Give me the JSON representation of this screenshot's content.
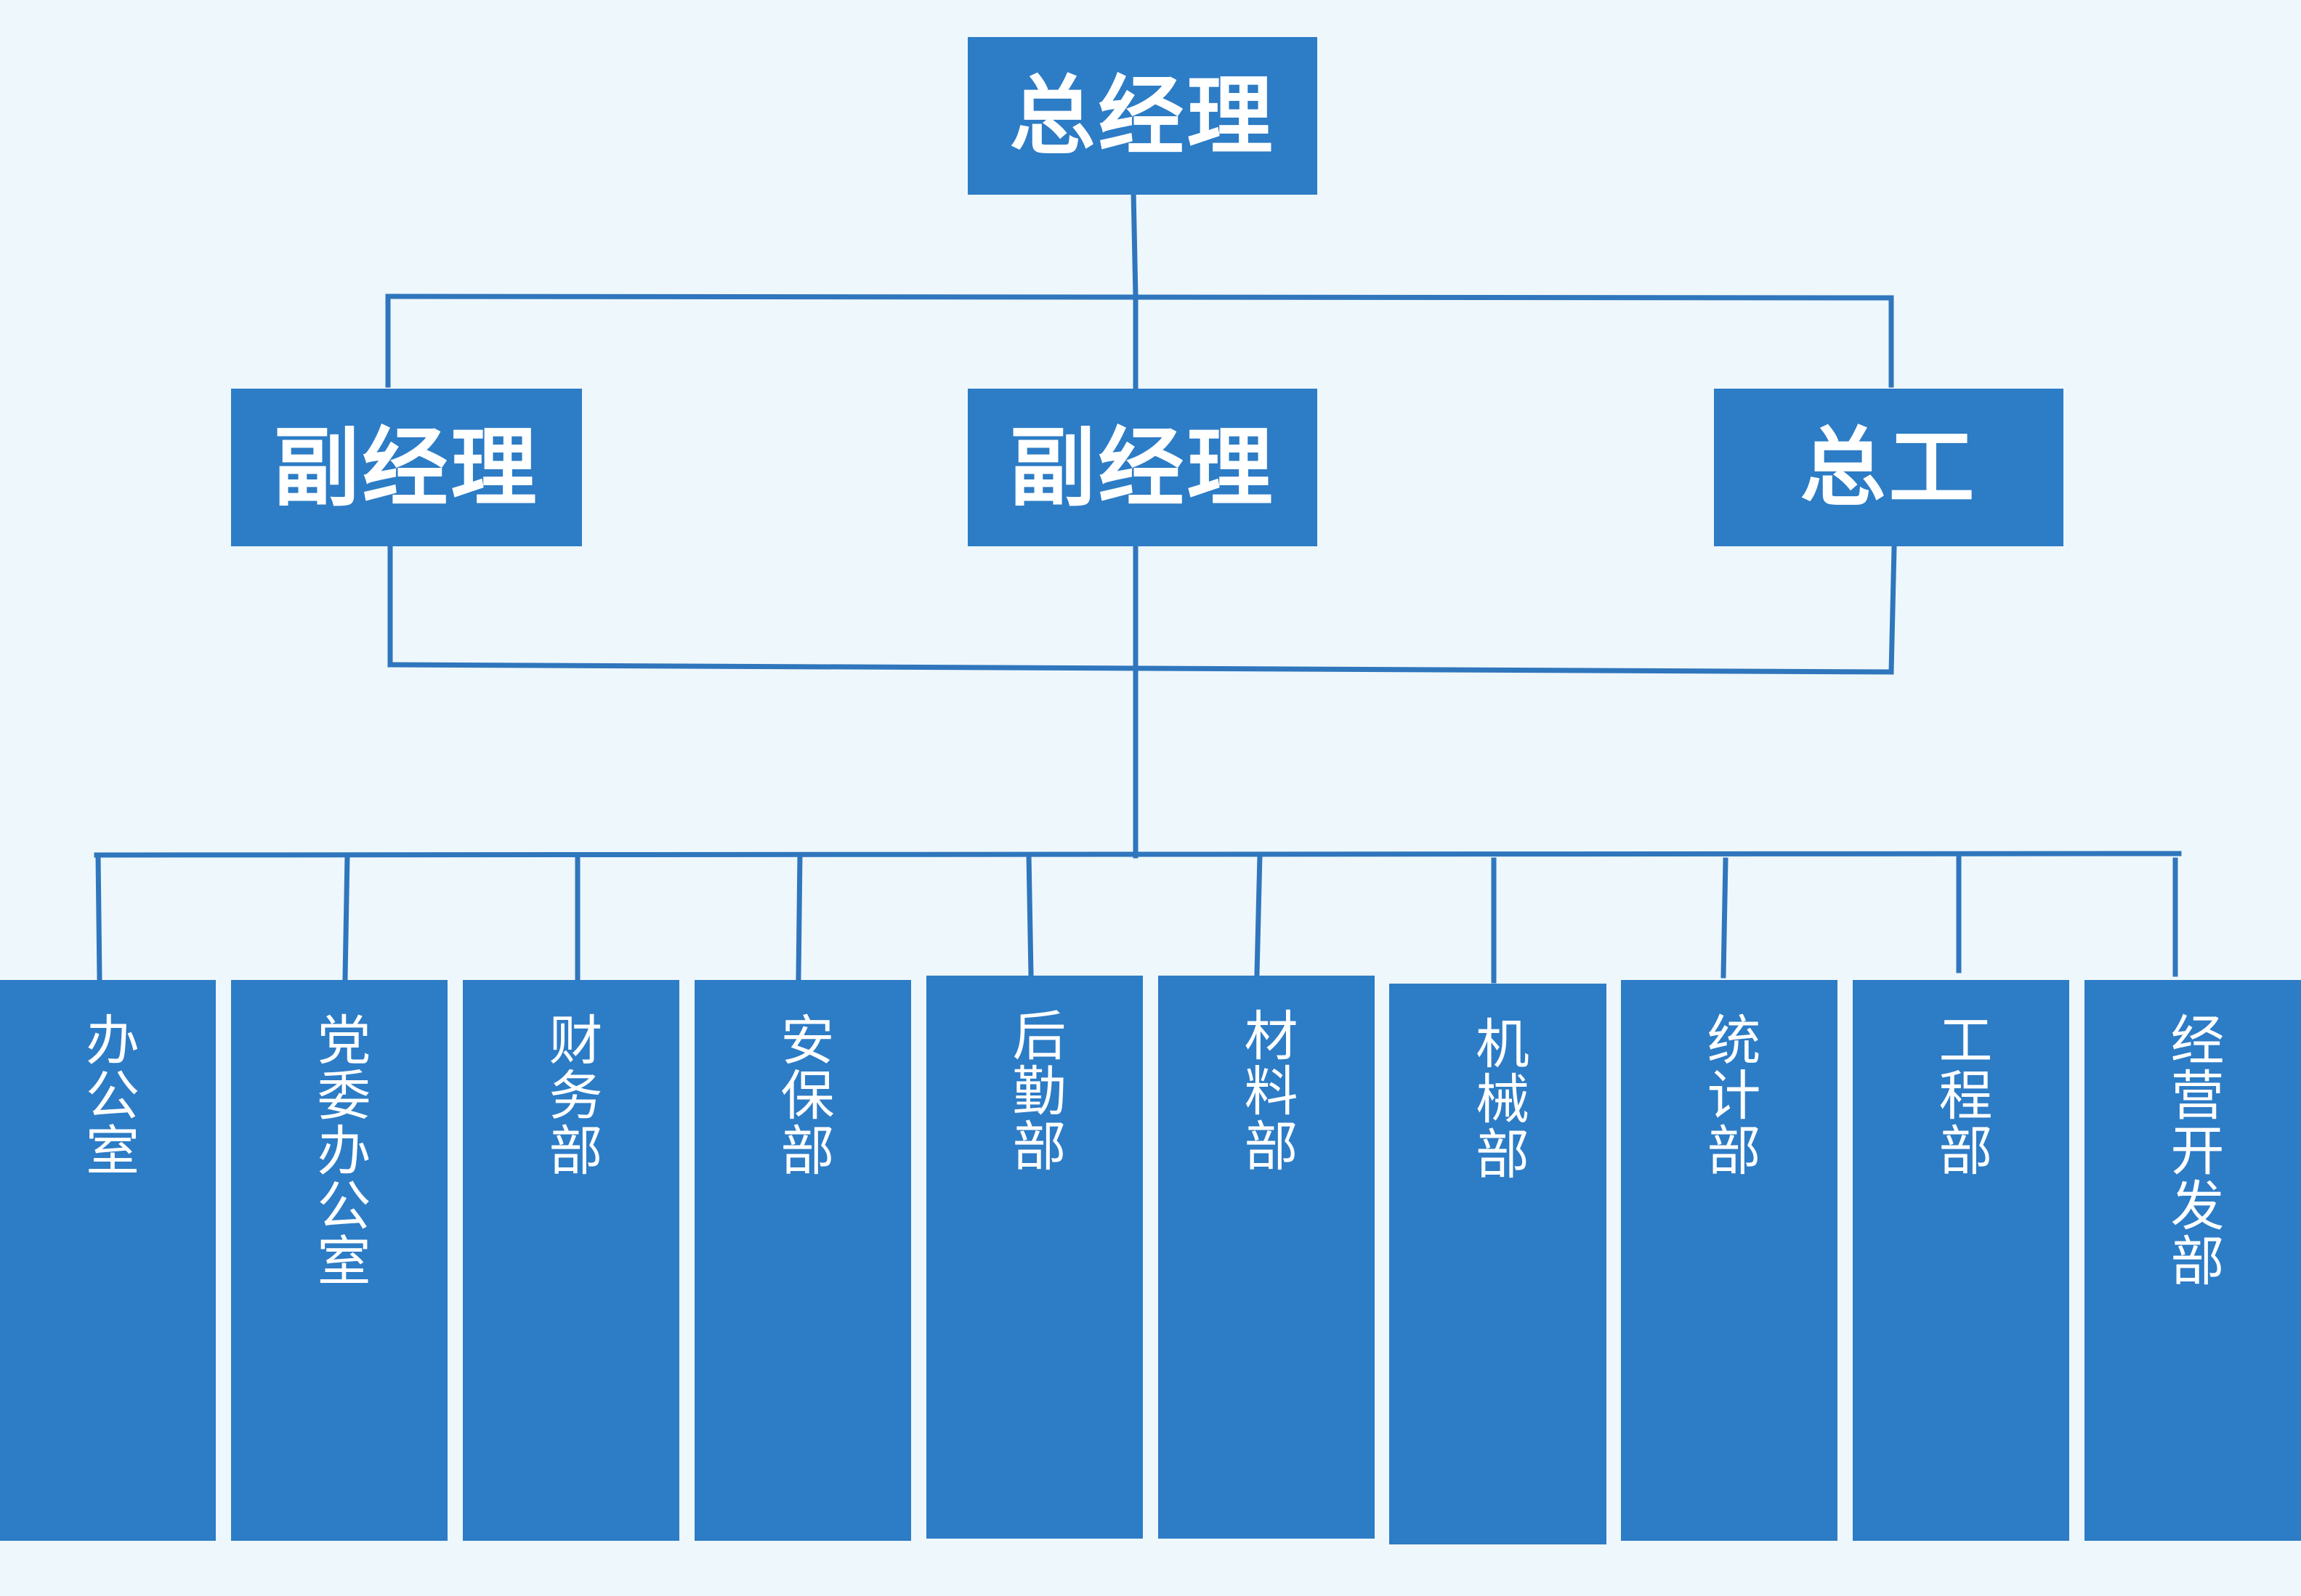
{
  "org_chart": {
    "root": {
      "label": "总经理"
    },
    "level2": [
      {
        "label": "副经理"
      },
      {
        "label": "副经理"
      },
      {
        "label": "总工"
      }
    ],
    "departments": [
      {
        "label": "办公室"
      },
      {
        "label": "党委办公室"
      },
      {
        "label": "财务部"
      },
      {
        "label": "安保部"
      },
      {
        "label": "后勤部"
      },
      {
        "label": "材料部"
      },
      {
        "label": "机械部"
      },
      {
        "label": "统计部"
      },
      {
        "label": "工程部"
      },
      {
        "label": "经营开发部"
      }
    ]
  },
  "colors": {
    "background": "#eef7fb",
    "box_fill": "#2d7cc6",
    "line": "#2f76bd",
    "text": "#ffffff"
  }
}
